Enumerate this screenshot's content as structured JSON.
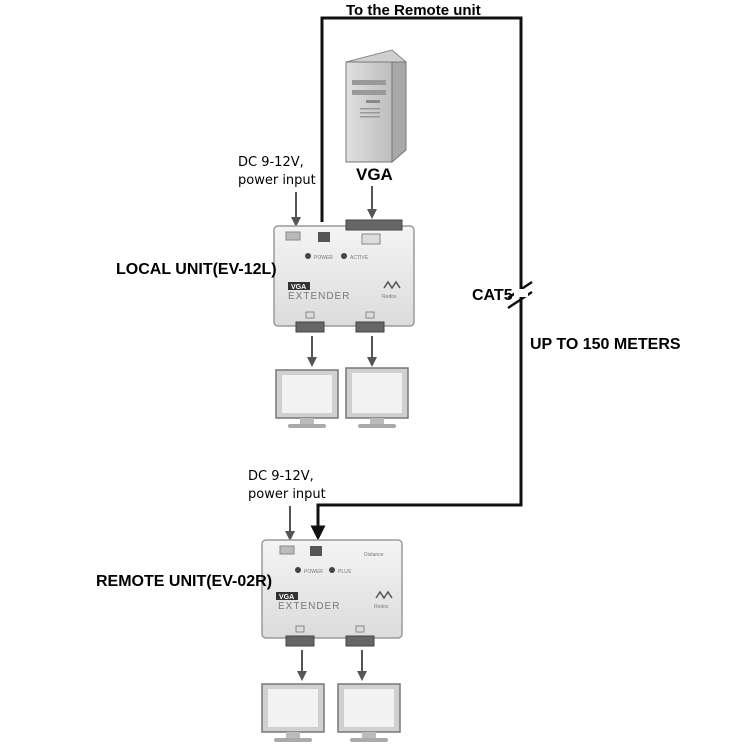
{
  "labels": {
    "remote_link": "To the Remote unit",
    "vga": "VGA",
    "local_power_line1": "DC 9-12V,",
    "local_power_line2": "power input",
    "remote_power_line1": "DC 9-12V,",
    "remote_power_line2": "power input",
    "local_unit": "LOCAL UNIT(EV-12L)",
    "remote_unit": "REMOTE UNIT(EV-02R)",
    "cable": "CAT5",
    "distance": "UP TO 150 METERS"
  },
  "local_device": {
    "brand_badge": "VGA",
    "product_name": "EXTENDER",
    "led_power": "POWER",
    "led_active": "ACTIVE",
    "logo_text": "Redox"
  },
  "remote_device": {
    "brand_badge": "VGA",
    "product_name": "EXTENDER",
    "led_power": "POWER",
    "led_active": "PLUS",
    "logo_text": "Redox",
    "corner_text": "Distance"
  },
  "colors": {
    "line": "#111111",
    "device_body": "#eeeeee",
    "device_edge": "#9a9a9a",
    "monitor_screen": "#f2f2f2",
    "monitor_frame": "#d0d0d0"
  }
}
